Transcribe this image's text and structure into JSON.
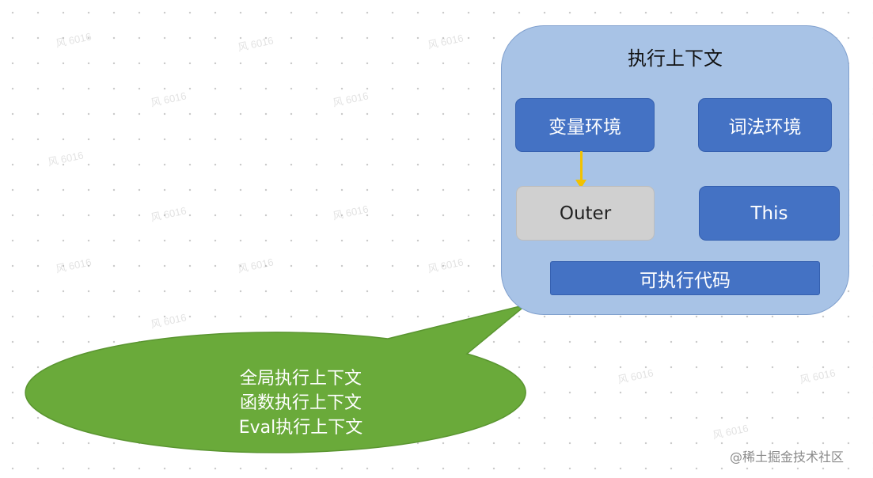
{
  "execution_context": {
    "title": "执行上下文",
    "variable_env": "变量环境",
    "lexical_env": "词法环境",
    "outer": "Outer",
    "this": "This",
    "executable_code": "可执行代码"
  },
  "callout": {
    "lines": [
      "全局执行上下文",
      "函数执行上下文",
      "Eval执行上下文"
    ]
  },
  "watermark": "风 6016",
  "credit": "@稀土掘金技术社区",
  "colors": {
    "container_fill": "#a8c3e6",
    "node_blue": "#4472c4",
    "node_gray": "#d0d0d0",
    "callout_green": "#6aaa3a",
    "arrow_yellow": "#f2c200"
  }
}
